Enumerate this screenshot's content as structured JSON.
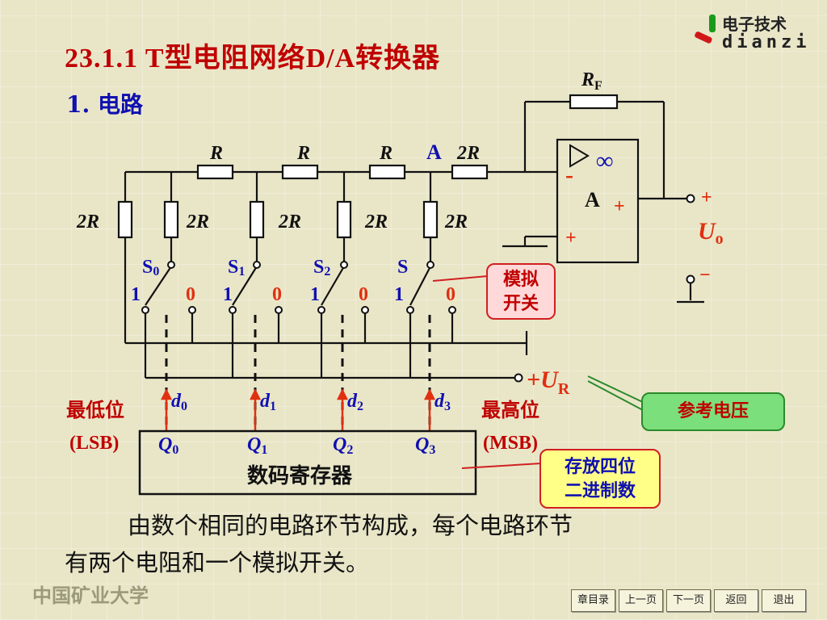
{
  "slide": {
    "title": "23.1.1   T型电阻网络D/A转换器",
    "subtitle": "1. 电路",
    "logo": {
      "cn": "电子技术",
      "en": "dianzi"
    },
    "body_line1": "由数个相同的电路环节构成，每个电路环节",
    "body_line2": "有两个电阻和一个模拟开关。",
    "footer_logo": "中国矿业大学"
  },
  "circuit": {
    "rf_label": "R",
    "rf_sub": "F",
    "series_r_label": "R",
    "shunt_label": "2R",
    "last_r_label": "2R",
    "node_label": "A",
    "opamp": {
      "label": "A",
      "inf": "∞",
      "minus": "-",
      "plus": "+",
      "plus_out": "+"
    },
    "uo": "U",
    "uo_sub": "o",
    "out_plus": "+",
    "out_minus": "−",
    "ur": "+U",
    "ur_sub": "R",
    "switches": [
      {
        "s": "S",
        "sub": "0",
        "one": "1",
        "zero": "0"
      },
      {
        "s": "S",
        "sub": "1",
        "one": "1",
        "zero": "0"
      },
      {
        "s": "S",
        "sub": "2",
        "one": "1",
        "zero": "0"
      },
      {
        "s": "S",
        "sub": "",
        "one": "1",
        "zero": "0"
      }
    ],
    "d_labels": [
      {
        "d": "d",
        "sub": "0"
      },
      {
        "d": "d",
        "sub": "1"
      },
      {
        "d": "d",
        "sub": "2"
      },
      {
        "d": "d",
        "sub": "3"
      }
    ],
    "q_labels": [
      {
        "q": "Q",
        "sub": "0"
      },
      {
        "q": "Q",
        "sub": "1"
      },
      {
        "q": "Q",
        "sub": "2"
      },
      {
        "q": "Q",
        "sub": "3"
      }
    ],
    "lsb_cn": "最低位",
    "lsb_en": "(LSB)",
    "msb_cn": "最高位",
    "msb_en": "(MSB)",
    "register_label": "数码寄存器"
  },
  "callouts": {
    "switch_line1": "模拟",
    "switch_line2": "开关",
    "ref": "参考电压",
    "reg_line1": "存放四位",
    "reg_line2": "二进制数"
  },
  "nav": [
    "章目录",
    "上一页",
    "下一页",
    "返回",
    "退出"
  ],
  "colors": {
    "title": "#c00000",
    "subtitle": "#1010b0",
    "accent_red": "#e03010",
    "label_blue": "#1010b0"
  }
}
